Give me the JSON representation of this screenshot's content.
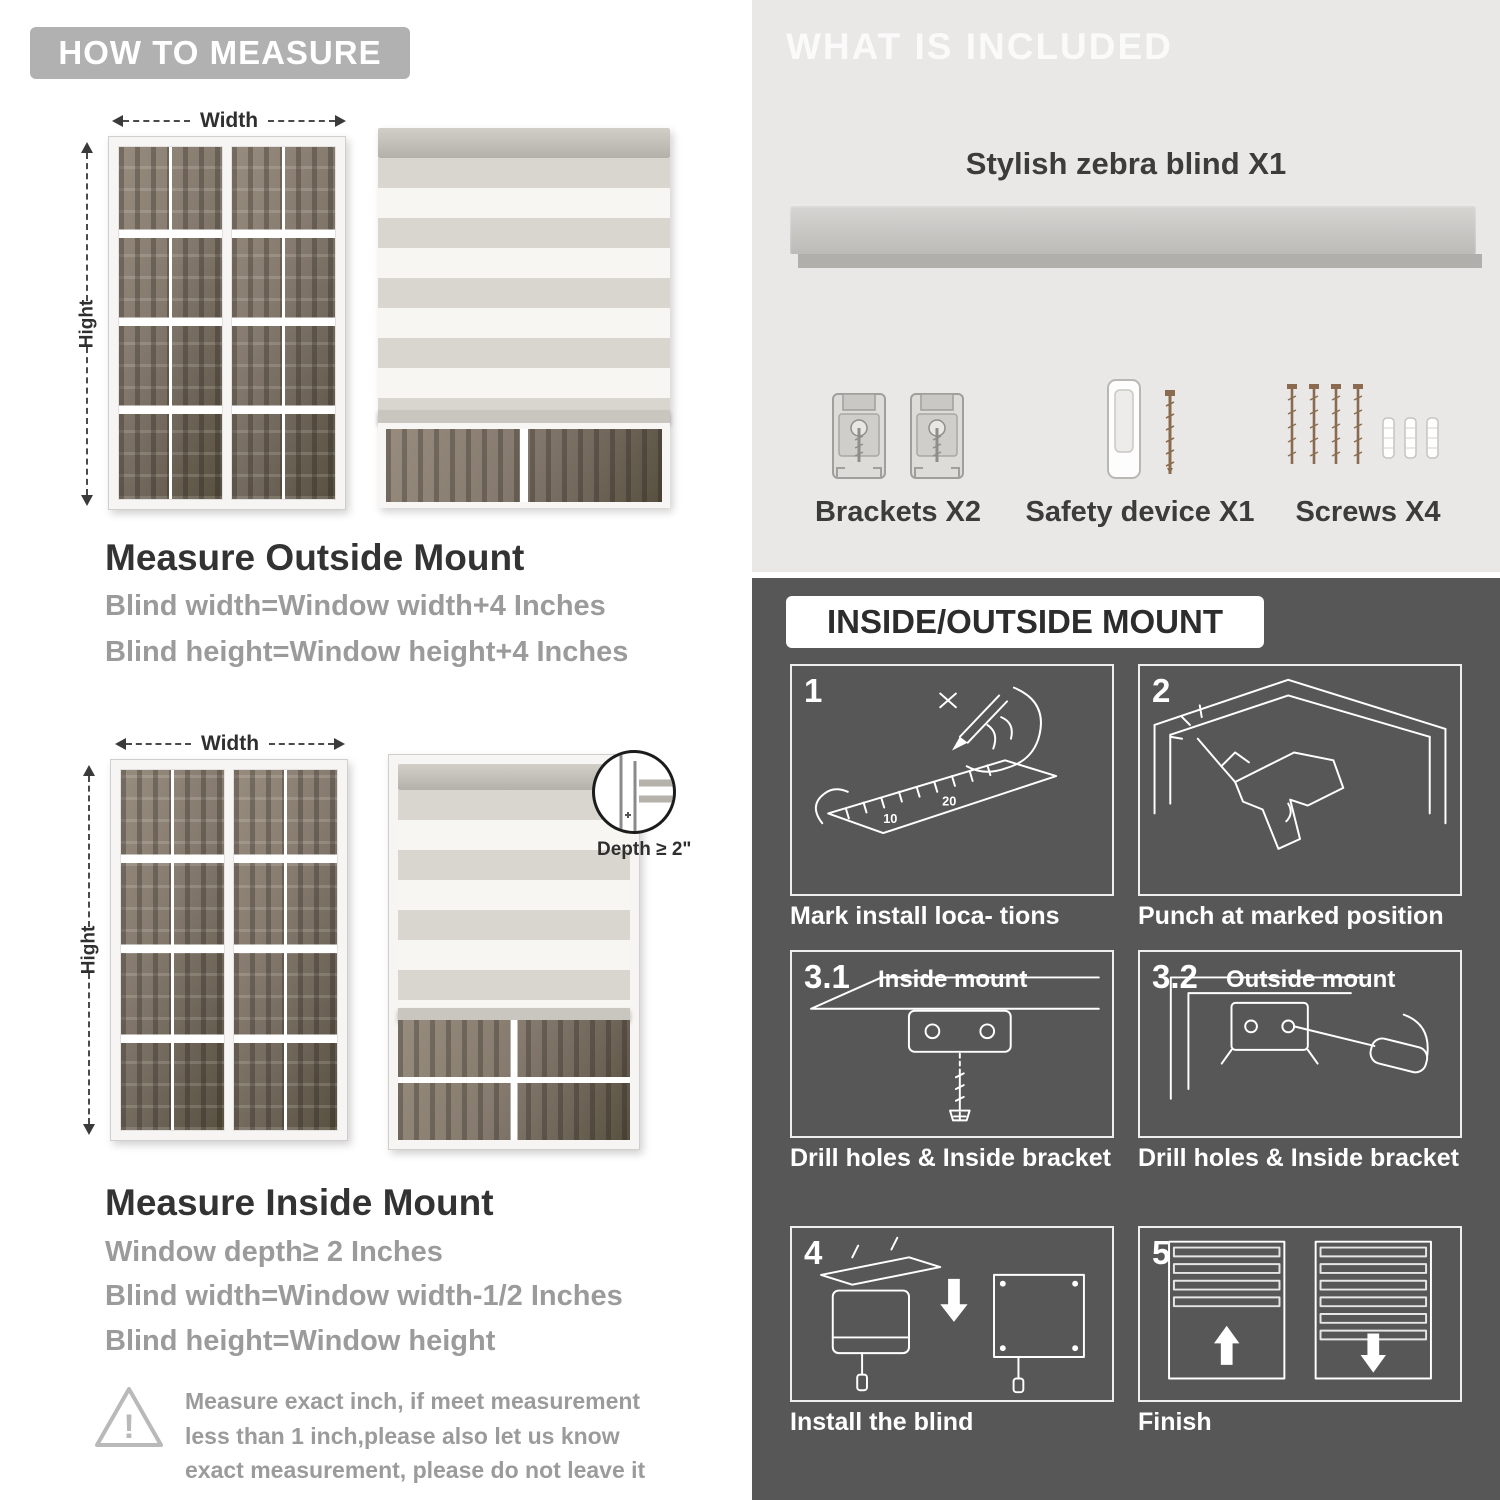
{
  "colors": {
    "left_banner": "#b1b1b1",
    "included_panel": "#e9e8e6",
    "mount_panel": "#575757",
    "muted_text": "#9b9b9b"
  },
  "left": {
    "header": "HOW TO MEASURE",
    "outside": {
      "width_label": "Width",
      "height_label": "Hight",
      "heading": "Measure Outside Mount",
      "lines": [
        "Blind width=Window width+4 Inches",
        "Blind height=Window height+4 Inches"
      ]
    },
    "inside": {
      "width_label": "Width",
      "height_label": "Hight",
      "depth_label": "Depth ≥ 2\"",
      "heading": "Measure Inside Mount",
      "lines": [
        "Window depth≥ 2 Inches",
        "Blind width=Window width-1/2 Inches",
        "Blind height=Window height"
      ]
    },
    "warning": {
      "text": "Measure exact inch, if meet measurement less than 1 inch,please also let us know exact measurement, please do not leave it"
    }
  },
  "right": {
    "included": {
      "header": "WHAT IS INCLUDED",
      "product": "Stylish zebra blind X1",
      "items": [
        {
          "icon": "bracket-icon",
          "label": "Brackets X2"
        },
        {
          "icon": "safety-device-icon",
          "label": "Safety device X1"
        },
        {
          "icon": "screws-icon",
          "label": "Screws X4"
        }
      ]
    },
    "mount": {
      "header": "INSIDE/OUTSIDE MOUNT",
      "steps": [
        {
          "num": "1",
          "sublabel": "",
          "caption": "Mark install loca- tions",
          "icon": "mark-locations-drawing"
        },
        {
          "num": "2",
          "sublabel": "",
          "caption": "Punch at marked position",
          "icon": "drill-drawing"
        },
        {
          "num": "3.1",
          "sublabel": "Inside mount",
          "caption": "Drill holes & Inside bracket",
          "icon": "inside-bracket-drawing"
        },
        {
          "num": "3.2",
          "sublabel": "Outside mount",
          "caption": "Drill holes & Inside bracket",
          "icon": "outside-bracket-drawing"
        },
        {
          "num": "4",
          "sublabel": "",
          "caption": "Install the blind",
          "icon": "install-blind-drawing"
        },
        {
          "num": "5",
          "sublabel": "",
          "caption": "Finish",
          "icon": "finish-drawing"
        }
      ]
    }
  }
}
